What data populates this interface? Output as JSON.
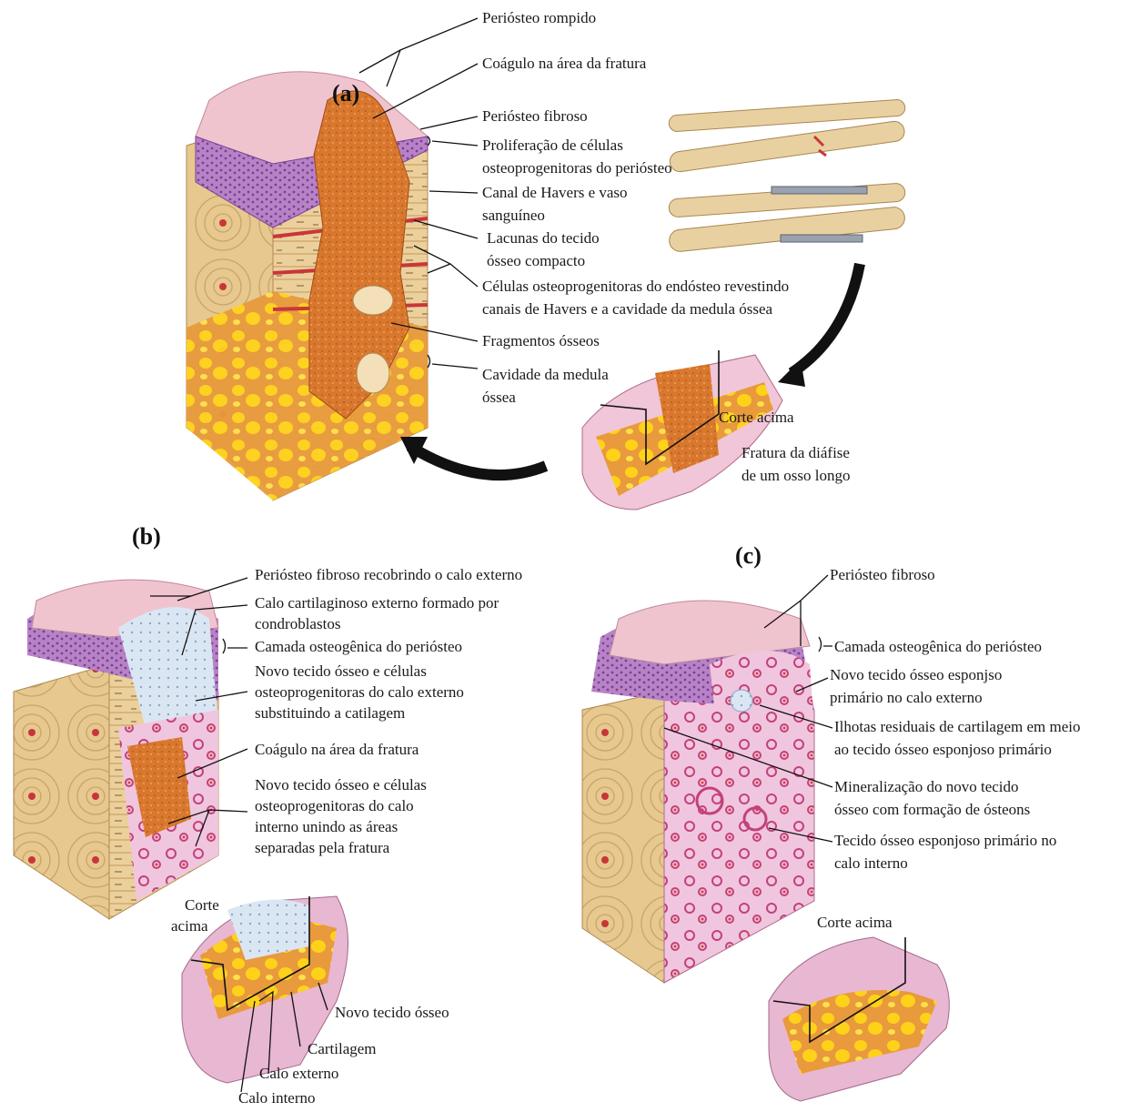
{
  "panels": {
    "a": "(a)",
    "b": "(b)",
    "c": "(c)"
  },
  "colors": {
    "bone": "#e9c98f",
    "periosteum": "#e7a9c2",
    "clot": "#d9762c",
    "callus": "#efc6df",
    "marrow": "#f4c400",
    "vessel": "#c8363a"
  },
  "a": {
    "l1": "Periósteo rompido",
    "l2": "Coágulo na área da fratura",
    "l3": "Periósteo fibroso",
    "l4a": "Proliferação de células",
    "l4b": "osteoprogenitoras do periósteo",
    "l5a": "Canal de Havers e vaso",
    "l5b": "sanguíneo",
    "l6a": "Lacunas do tecido",
    "l6b": "ósseo compacto",
    "l7a": "Células osteoprogenitoras do endósteo revestindo",
    "l7b": "canais de Havers e a cavidade da medula óssea",
    "l8": "Fragmentos ósseos",
    "l9a": "Cavidade da medula",
    "l9b": "óssea",
    "corte": "Corte acima",
    "frat_a": "Fratura da diáfise",
    "frat_b": "de um osso longo"
  },
  "b": {
    "l1": "Periósteo fibroso recobrindo o calo externo",
    "l2a": "Calo cartilaginoso externo formado por",
    "l2b": "condroblastos",
    "l3": "Camada osteogênica do periósteo",
    "l4a": "Novo tecido ósseo e células",
    "l4b": "osteoprogenitoras do calo externo",
    "l4c": "substituindo a catilagem",
    "l5": "Coágulo na área da fratura",
    "l6a": "Novo tecido ósseo e células",
    "l6b": "osteoprogenitoras do calo",
    "l6c": "interno unindo as áreas",
    "l6d": "separadas pela fratura",
    "corte_a": "Corte",
    "corte_b": "acima",
    "novo": "Novo tecido ósseo",
    "cartilagem": "Cartilagem",
    "calo_ext": "Calo externo",
    "calo_int": "Calo interno"
  },
  "c": {
    "l1": "Periósteo fibroso",
    "l2": "Camada osteogênica do periósteo",
    "l3a": "Novo tecido ósseo esponjso",
    "l3b": "primário no calo externo",
    "l4a": "Ilhotas residuais de cartilagem em meio",
    "l4b": "ao tecido ósseo esponjoso primário",
    "l5a": "Mineralização do novo tecido",
    "l5b": "ósseo com formação de ósteons",
    "l6a": "Tecido ósseo esponjoso primário no",
    "l6b": "calo interno",
    "corte": "Corte acima"
  }
}
